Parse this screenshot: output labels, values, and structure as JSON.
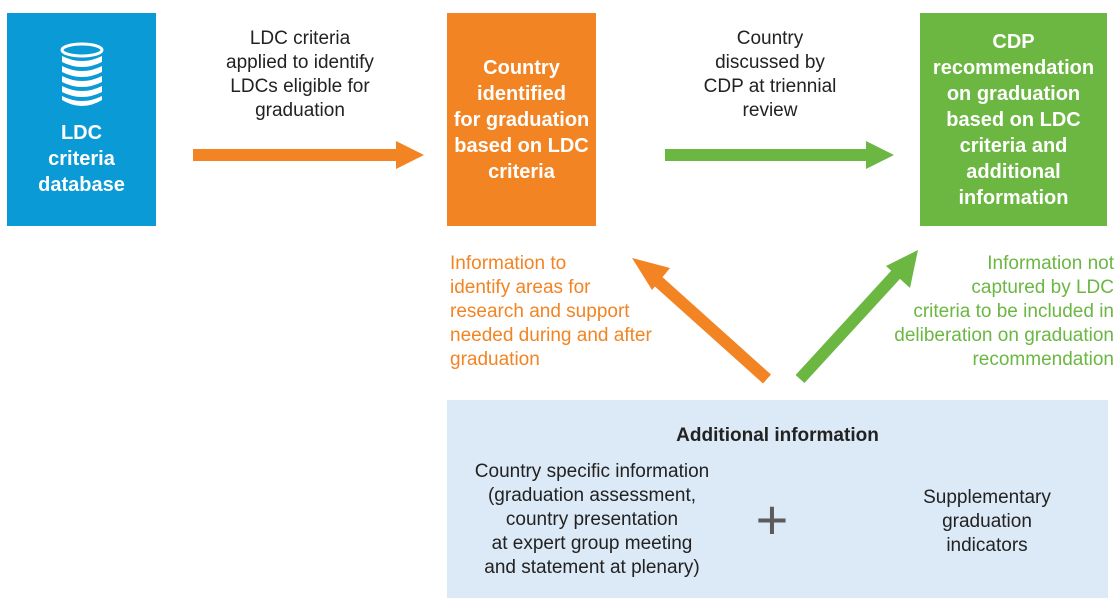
{
  "colors": {
    "blue": "#0a9ad6",
    "orange": "#f28423",
    "green": "#6bb742",
    "light_blue": "#dce9f6"
  },
  "database_box": {
    "icon": "database-icon",
    "label": "LDC\ncriteria\ndatabase"
  },
  "arrow1_caption": "LDC criteria\napplied to identify\nLDCs eligible for\ngraduation",
  "identified_box": {
    "label": "Country identified\nfor graduation\nbased on LDC\ncriteria"
  },
  "arrow2_caption": "Country\ndiscussed by\nCDP at triennial\nreview",
  "recommendation_box": {
    "label": "CDP\nrecommendation\non graduation\nbased on LDC\ncriteria and\nadditional\ninformation"
  },
  "note_left": "Information to\nidentify areas for\nresearch and support\nneeded during and after\ngraduation",
  "note_right": "Information not\ncaptured by LDC\ncriteria to be included in\ndeliberation on graduation\nrecommendation",
  "additional": {
    "title": "Additional information",
    "left_text": "Country specific information\n(graduation assessment,\ncountry presentation\nat expert group meeting\nand statement at plenary)",
    "plus": "+",
    "right_text": "Supplementary\ngraduation\nindicators"
  }
}
